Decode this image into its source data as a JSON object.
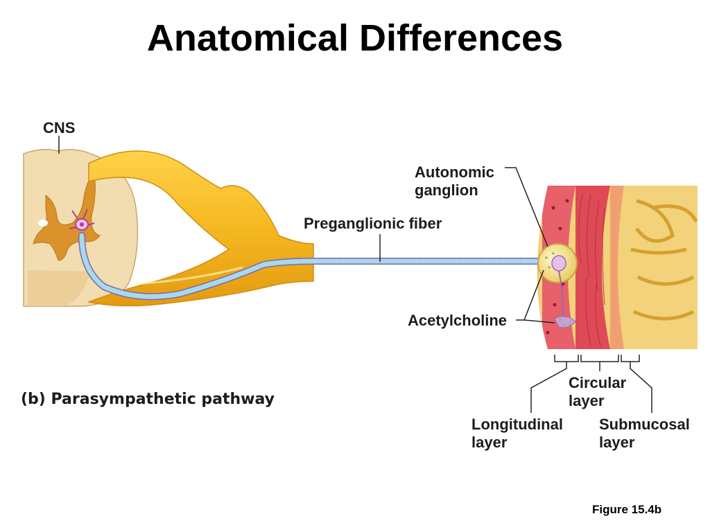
{
  "title": "Anatomical Differences",
  "labels": {
    "cns": "CNS",
    "autonomic_ganglion": [
      "Autonomic",
      "ganglion"
    ],
    "preganglionic_fiber": "Preganglionic fiber",
    "acetylcholine": "Acetylcholine",
    "circular_layer": [
      "Circular",
      "layer"
    ],
    "longitudinal_layer": [
      "Longitudinal",
      "layer"
    ],
    "submucosal_layer": [
      "Submucosal",
      "layer"
    ]
  },
  "caption": "(b) Parasympathetic pathway",
  "figure_ref": "Figure 15.4b",
  "colors": {
    "nerve": "#f5b820",
    "cord": "#f2ddb0",
    "grey_matter": "#d9932a",
    "axon": "#a9d8ec",
    "muscle": "#e8606a",
    "mucosa": "#f2d27a"
  }
}
